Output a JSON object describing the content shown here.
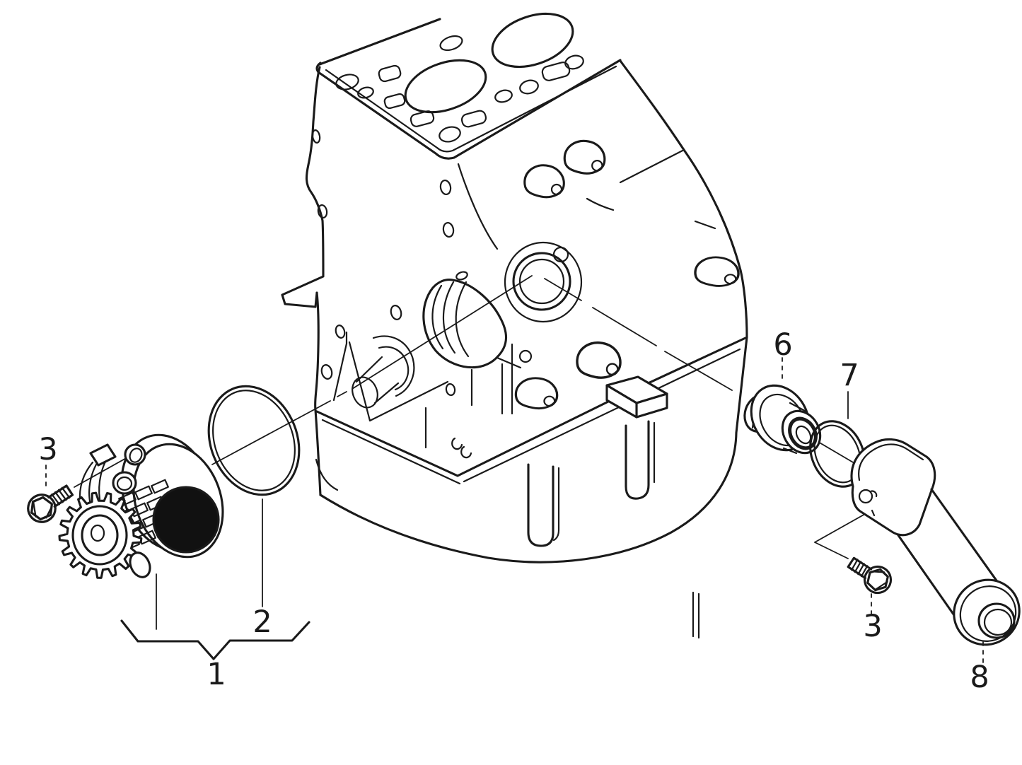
{
  "diagram": {
    "background_color": "#ffffff",
    "line_color": "#1a1a1a",
    "seal_fill_color": "#111111"
  },
  "callouts": {
    "bolt_left": "3",
    "seal_ring": "2",
    "pump_assembly": "1",
    "thermostat": "6",
    "thermostat_o_ring": "7",
    "bolt_right": "3",
    "coolant_pipe": "8"
  }
}
